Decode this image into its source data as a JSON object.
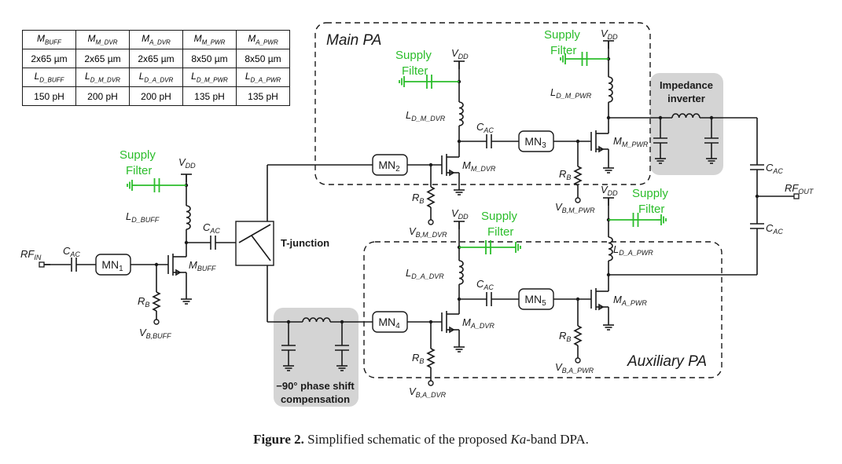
{
  "table": {
    "rows": [
      [
        {
          "t": "M",
          "s": "BUFF"
        },
        {
          "t": "M",
          "s": "M_DVR"
        },
        {
          "t": "M",
          "s": "A_DVR"
        },
        {
          "t": "M",
          "s": "M_PWR"
        },
        {
          "t": "M",
          "s": "A_PWR"
        }
      ],
      [
        {
          "t": "2x65 µm"
        },
        {
          "t": "2x65 µm"
        },
        {
          "t": "2x65 µm"
        },
        {
          "t": "8x50 µm"
        },
        {
          "t": "8x50 µm"
        }
      ],
      [
        {
          "t": "L",
          "s": "D_BUFF"
        },
        {
          "t": "L",
          "s": "D_M_DVR"
        },
        {
          "t": "L",
          "s": "D_A_DVR"
        },
        {
          "t": "L",
          "s": "D_M_PWR"
        },
        {
          "t": "L",
          "s": "D_A_PWR"
        }
      ],
      [
        {
          "t": "150 pH"
        },
        {
          "t": "200 pH"
        },
        {
          "t": "200 pH"
        },
        {
          "t": "135 pH"
        },
        {
          "t": "135 pH"
        }
      ]
    ]
  },
  "labels": {
    "main_pa": "Main PA",
    "aux_pa": "Auxiliary PA",
    "t_junction": "T-junction",
    "imp_inv_1": "Impedance",
    "imp_inv_2": "inverter",
    "phase_1": "−90° phase shift",
    "phase_2": "compensation",
    "supply": "Supply",
    "filter": "Filter",
    "mn1": "MN",
    "mn1_sub": "1",
    "mn2": "MN",
    "mn2_sub": "2",
    "mn3": "MN",
    "mn3_sub": "3",
    "mn4": "MN",
    "mn4_sub": "4",
    "mn5": "MN",
    "mn5_sub": "5",
    "v": "V",
    "dd": "DD",
    "c": "C",
    "ac": "AC",
    "r": "R",
    "b": "B",
    "rf": "RF",
    "in": "IN",
    "out": "OUT",
    "m": "M",
    "l": "L",
    "m_buff": "BUFF",
    "m_m_dvr": "M_DVR",
    "m_a_dvr": "A_DVR",
    "m_m_pwr": "M_PWR",
    "m_a_pwr": "A_PWR",
    "l_d_buff": "D_BUFF",
    "l_d_m_dvr": "D_M_DVR",
    "l_d_a_dvr": "D_A_DVR",
    "l_d_m_pwr": "D_M_PWR",
    "l_d_a_pwr": "D_A_PWR",
    "vb_buff": "B,BUFF",
    "vb_m_dvr": "B,M_DVR",
    "vb_a_dvr": "B,A_DVR",
    "vb_m_pwr": "B,M_PWR",
    "vb_a_pwr": "B,A_PWR"
  },
  "caption": {
    "label": "Figure 2.",
    "text_before": "Simplified schematic of the proposed",
    "band": "Ka",
    "text_after": "-band DPA."
  },
  "colors": {
    "wire": "#1a1a1a",
    "supply_filter": "#2bbd2b",
    "block_fill": "#d4d4d4"
  }
}
